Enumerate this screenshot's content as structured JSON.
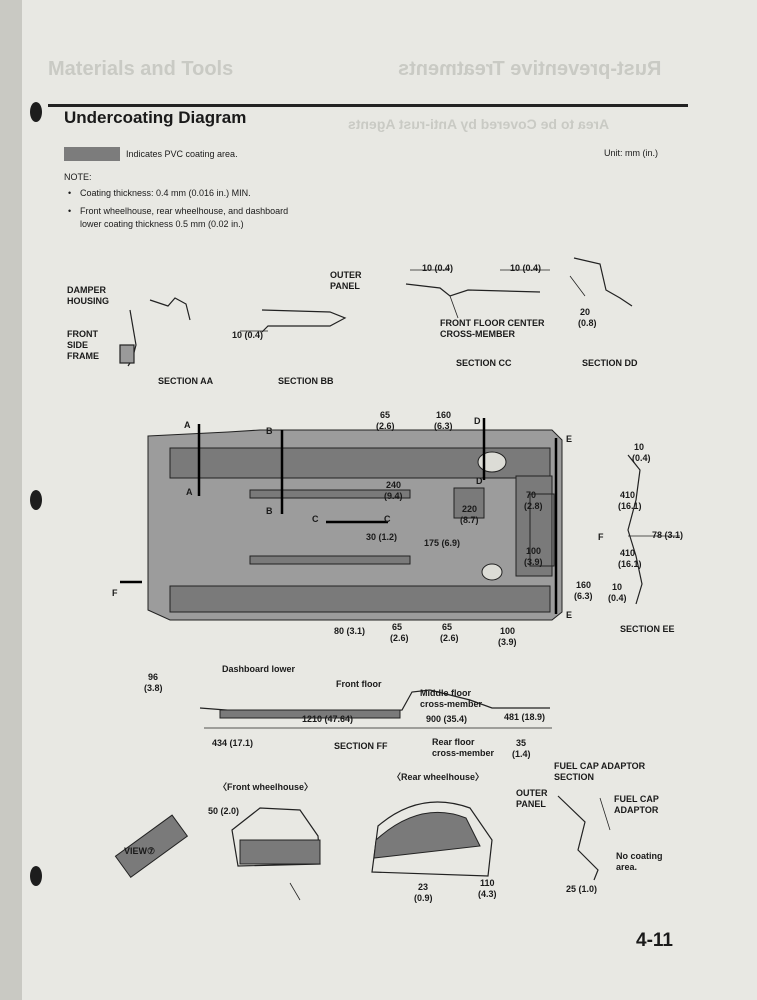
{
  "header": {
    "left_bleed": "Materials and Tools",
    "right_bleed_mirrored": "Rust-preventive Treatments",
    "subtitle_bleed_mirrored": "Area to be Covered by Anti-rust Agents"
  },
  "title": "Undercoating Diagram",
  "legend": {
    "text": "Indicates PVC coating area.",
    "swatch_color": "#7c7c7c"
  },
  "unit": "Unit: mm (in.)",
  "note": {
    "label": "NOTE:",
    "items": [
      "Coating thickness: 0.4 mm (0.016 in.) MIN.",
      "Front wheelhouse, rear wheelhouse, and dashboard",
      "lower coating thickness 0.5 mm (0.02 in.)"
    ]
  },
  "section_aa": {
    "title": "SECTION AA",
    "damper1": "DAMPER",
    "damper2": "HOUSING",
    "front1": "FRONT",
    "front2": "SIDE",
    "front3": "FRAME"
  },
  "section_bb": {
    "title": "SECTION BB",
    "outer1": "OUTER",
    "outer2": "PANEL",
    "dim": "10 (0.4)"
  },
  "section_cc": {
    "title": "SECTION CC",
    "dim1": "10 (0.4)",
    "dim2": "10 (0.4)",
    "label1": "FRONT FLOOR CENTER",
    "label2": "CROSS-MEMBER"
  },
  "section_dd": {
    "title": "SECTION DD",
    "dim1": "20",
    "dim2": "(0.8)"
  },
  "main": {
    "markers": {
      "a": "A",
      "b": "B",
      "c": "C",
      "d": "D",
      "e": "E",
      "f": "F"
    },
    "dims": {
      "d65a": "65",
      "d65a_in": "(2.6)",
      "d160": "160",
      "d160_in": "(6.3)",
      "d240": "240",
      "d240_in": "(9.4)",
      "d220": "220",
      "d220_in": "(8.7)",
      "d30": "30 (1.2)",
      "d175": "175 (6.9)",
      "d70": "70",
      "d70_in": "(2.8)",
      "d100a": "100",
      "d100a_in": "(3.9)",
      "d80": "80 (3.1)",
      "d65b": "65",
      "d65b_in": "(2.6)",
      "d65c": "65",
      "d65c_in": "(2.6)",
      "d100b": "100",
      "d100b_in": "(3.9)",
      "d160b": "160",
      "d160b_in": "(6.3)"
    }
  },
  "section_ee": {
    "title": "SECTION EE",
    "d10a": "10",
    "d10a_in": "(0.4)",
    "d410a": "410",
    "d410a_in": "(16.1)",
    "d78": "78 (3.1)",
    "d410b": "410",
    "d410b_in": "(16.1)",
    "d10b": "10",
    "d10b_in": "(0.4)"
  },
  "section_ff": {
    "title": "SECTION FF",
    "dash": "Dashboard lower",
    "front_floor": "Front floor",
    "middle1": "Middle floor",
    "middle2": "cross-member",
    "rear1": "Rear floor",
    "rear2": "cross-member",
    "d96": "96",
    "d96_in": "(3.8)",
    "d1210": "1210 (47.64)",
    "d900": "900 (35.4)",
    "d481": "481 (18.9)",
    "d434": "434 (17.1)",
    "d35": "35",
    "d35_in": "(1.4)"
  },
  "front_wheelhouse": {
    "title": "〈Front wheelhouse〉",
    "dim": "50 (2.0)",
    "view": "VIEW⑦"
  },
  "rear_wheelhouse": {
    "title": "〈Rear wheelhouse〉",
    "d23": "23",
    "d23_in": "(0.9)",
    "d110": "110",
    "d110_in": "(4.3)"
  },
  "fuel_cap": {
    "title1": "FUEL CAP ADAPTOR",
    "title2": "SECTION",
    "outer1": "OUTER",
    "outer2": "PANEL",
    "fuel1": "FUEL CAP",
    "fuel2": "ADAPTOR",
    "no1": "No coating",
    "no2": "area.",
    "dim": "25 (1.0)"
  },
  "page_number": "4-11"
}
